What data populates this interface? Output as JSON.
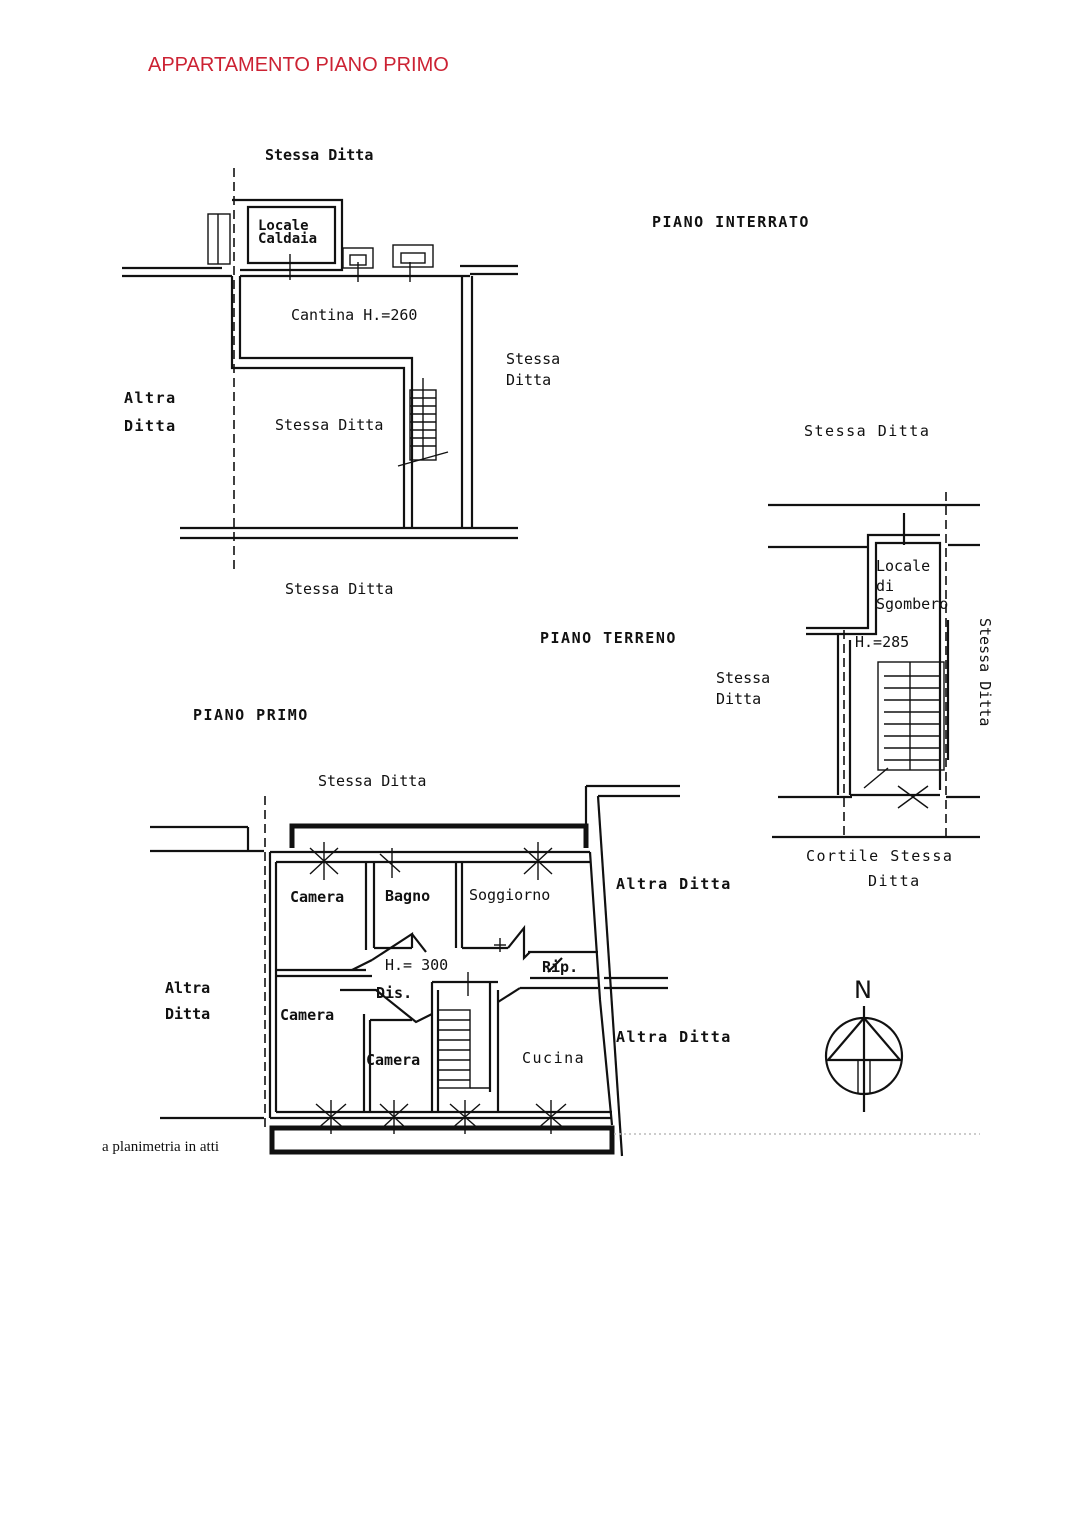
{
  "title": "APPARTAMENTO PIANO PRIMO",
  "colors": {
    "title": "#cc2233",
    "ink": "#111111"
  },
  "interrato": {
    "label": "PIANO  INTERRATO",
    "top_neighbor": "Stessa  Ditta",
    "right_neighbor_1": "Stessa",
    "right_neighbor_2": "Ditta",
    "left_neighbor_1": "Altra",
    "left_neighbor_2": "Ditta",
    "bottom_neighbor": "Stessa  Ditta",
    "room_caldaia_1": "Locale",
    "room_caldaia_2": "Caldaia",
    "room_cantina": "Cantina H.=260",
    "room_stessa": "Stessa Ditta"
  },
  "terreno": {
    "label": "PIANO  TERRENO",
    "top_neighbor": "Stessa Ditta",
    "left_neighbor_1": "Stessa",
    "left_neighbor_2": "Ditta",
    "right_neighbor": "Stessa Ditta",
    "room_1": "Locale",
    "room_2": "di",
    "room_3": "Sgombero",
    "height": "H.=285",
    "bottom_neighbor_1": "Cortile Stessa",
    "bottom_neighbor_2": "Ditta"
  },
  "primo": {
    "label": "PIANO  PRIMO",
    "top_neighbor": "Stessa  Ditta",
    "left_neighbor_1": "Altra",
    "left_neighbor_2": "Ditta",
    "right_neighbor_top": "Altra Ditta",
    "right_neighbor_bottom": "Altra Ditta",
    "rooms": {
      "camera_top": "Camera",
      "bagno": "Bagno",
      "soggiorno": "Soggiorno",
      "height": "H.= 300",
      "rip": "Rip.",
      "dis": "Dis.",
      "camera_left": "Camera",
      "camera_mid": "Camera",
      "cucina": "Cucina"
    }
  },
  "note": "a planimetria in atti",
  "north": "N"
}
